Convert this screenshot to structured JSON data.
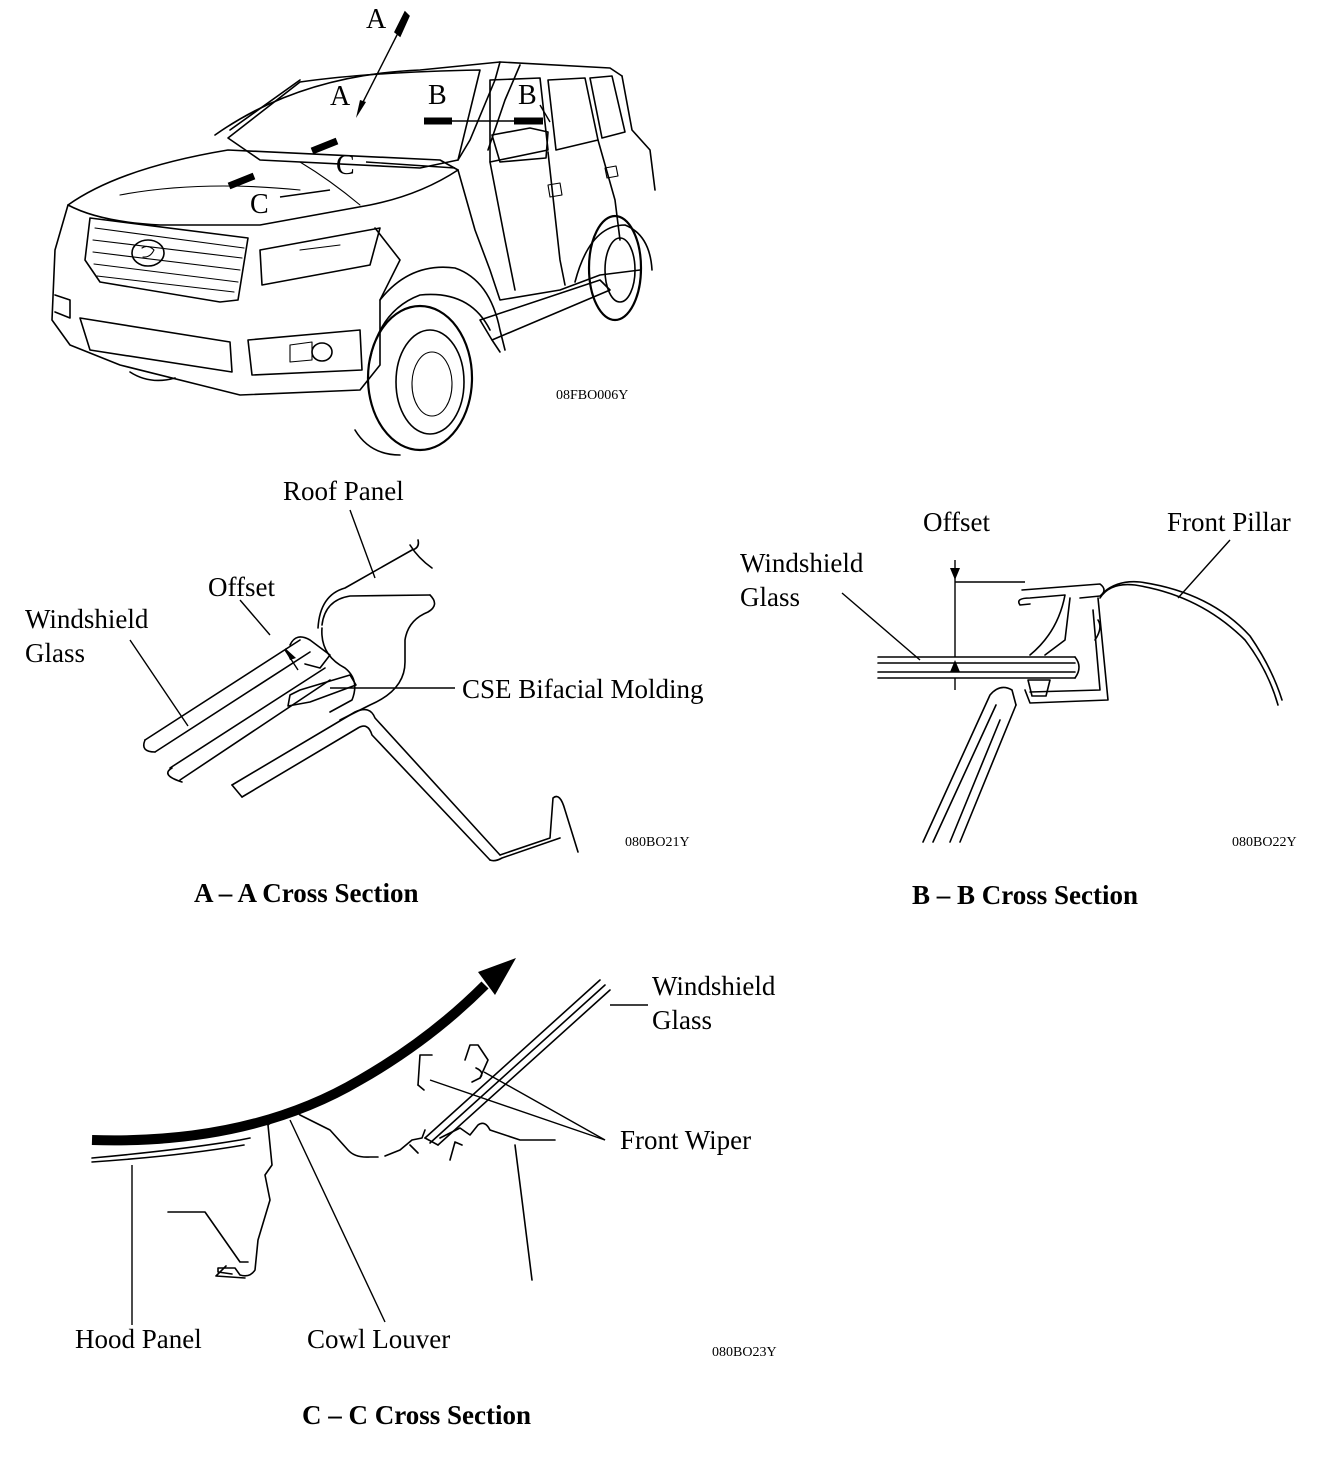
{
  "vehicle": {
    "section_letters": {
      "a1": "A",
      "a2": "A",
      "b1": "B",
      "b2": "B",
      "c1": "C",
      "c2": "C"
    },
    "code": "08FBO006Y"
  },
  "section_aa": {
    "labels": {
      "roof_panel": "Roof Panel",
      "offset": "Offset",
      "windshield_line1": "Windshield",
      "windshield_line2": "Glass",
      "molding": "CSE Bifacial Molding"
    },
    "code": "080BO21Y",
    "caption": "A – A Cross Section"
  },
  "section_bb": {
    "labels": {
      "offset": "Offset",
      "front_pillar": "Front Pillar",
      "windshield_line1": "Windshield",
      "windshield_line2": "Glass"
    },
    "code": "080BO22Y",
    "caption": "B – B Cross Section"
  },
  "section_cc": {
    "labels": {
      "windshield_line1": "Windshield",
      "windshield_line2": "Glass",
      "front_wiper": "Front Wiper",
      "hood_panel": "Hood Panel",
      "cowl_louver": "Cowl Louver"
    },
    "code": "080BO23Y",
    "caption": "C – C Cross Section"
  }
}
